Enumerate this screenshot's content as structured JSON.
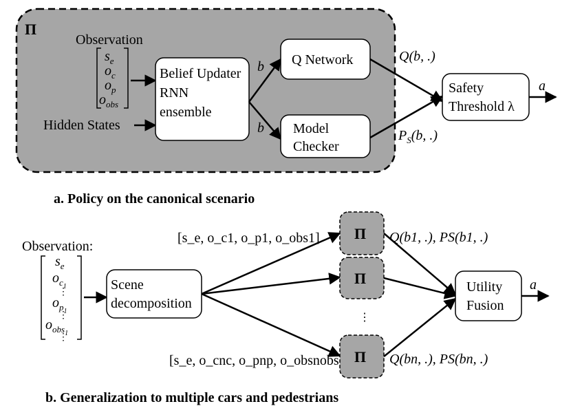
{
  "part_a": {
    "pi_label": "Π",
    "observation_label": "Observation",
    "observation_vector": [
      {
        "base": "s",
        "sub": "e"
      },
      {
        "base": "o",
        "sub": "c"
      },
      {
        "base": "o",
        "sub": "p"
      },
      {
        "base": "o",
        "sub": "obs"
      }
    ],
    "hidden_states_label": "Hidden States",
    "belief_updater_lines": [
      "Belief Updater",
      "RNN",
      "ensemble"
    ],
    "b_label_top": "b",
    "b_label_bottom": "b",
    "q_network_label": "Q Network",
    "model_checker_lines": [
      "Model",
      "Checker"
    ],
    "q_output_label": "Q(b, .)",
    "ps_output_base": "P",
    "ps_output_sub": "S",
    "ps_output_rest": "(b, .)",
    "safety_threshold_lines": [
      "Safety",
      "Threshold λ"
    ],
    "action_label": "a",
    "caption": "a. Policy on the canonical scenario"
  },
  "part_b": {
    "observation_label": "Observation:",
    "observation_vector": [
      {
        "base": "s",
        "sub": "e"
      },
      {
        "base": "o",
        "sub": "c",
        "subsub": "1"
      },
      {
        "base": "⋮"
      },
      {
        "base": "o",
        "sub": "p",
        "subsub": "1"
      },
      {
        "base": "⋮"
      },
      {
        "base": "o",
        "sub": "obs",
        "subsub": "1"
      },
      {
        "base": "⋮"
      }
    ],
    "scene_decomposition_lines": [
      "Scene",
      "decomposition"
    ],
    "top_input_text": "[s_e, o_c1, o_p1, o_obs1]",
    "bottom_input_text": "[s_e, o_cnc, o_pnp, o_obsnobs]",
    "pi_boxes": [
      "Π",
      "Π",
      "Π"
    ],
    "vertical_ellipsis": "⋮",
    "top_output_text": "Q(b1, .), PS(b1, .)",
    "bottom_output_text": "Q(bn, .), PS(bn, .)",
    "utility_fusion_lines": [
      "Utility",
      "Fusion"
    ],
    "action_label": "a",
    "caption": "b. Generalization to multiple cars and pedestrians"
  },
  "colors": {
    "policy_fill": "#a6a6a6",
    "box_fill": "#ffffff",
    "stroke": "#000000"
  }
}
